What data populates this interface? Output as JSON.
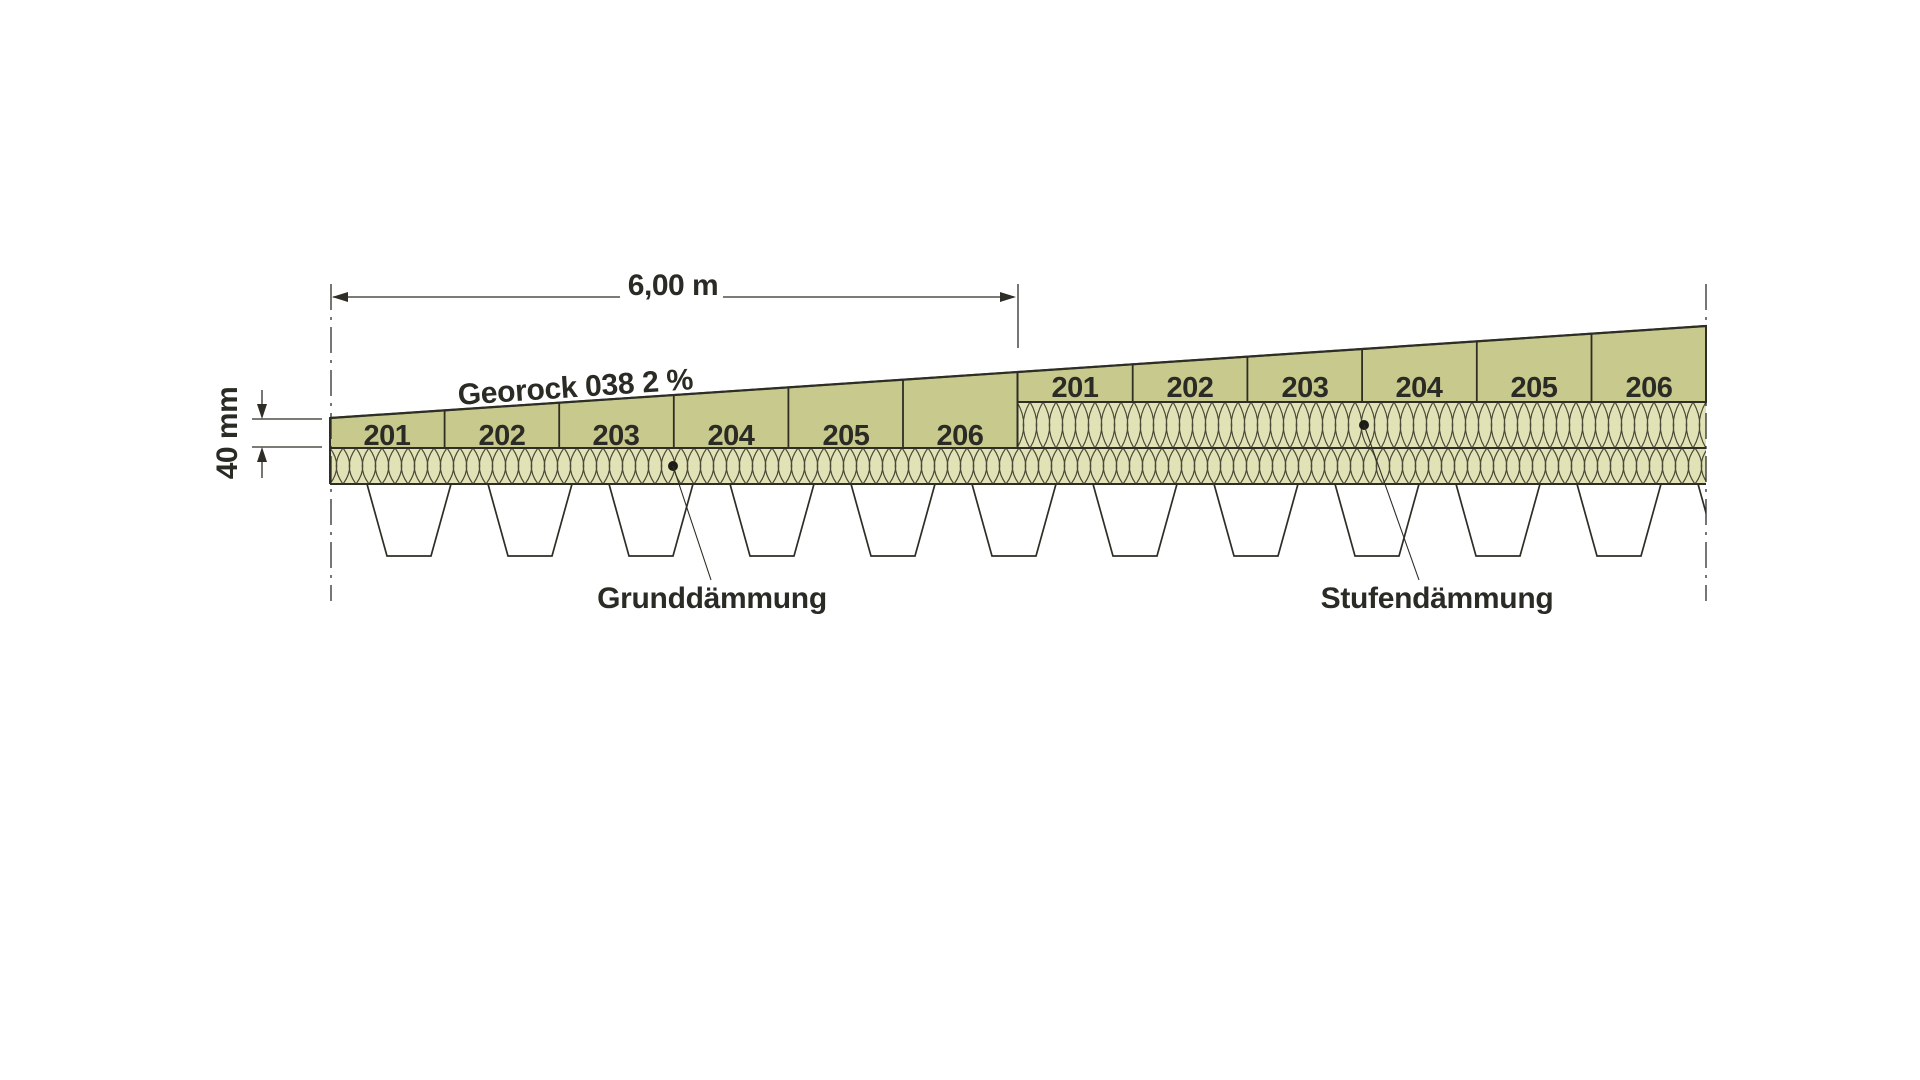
{
  "diagram": {
    "span_dimension_label": "6,00 m",
    "thickness_dimension_label": "40 mm",
    "product_label": "Georock 038 2 %",
    "base_insulation_label": "Grunddämmung",
    "step_insulation_label": "Stufendämmung",
    "left_section_panels": [
      "201",
      "202",
      "203",
      "204",
      "205",
      "206"
    ],
    "right_section_panels": [
      "201",
      "202",
      "203",
      "204",
      "205",
      "206"
    ],
    "colors": {
      "panel_fill": "#c8c98c",
      "wool_fill": "#e1e2b6",
      "line_color": "#2e2e26"
    }
  }
}
